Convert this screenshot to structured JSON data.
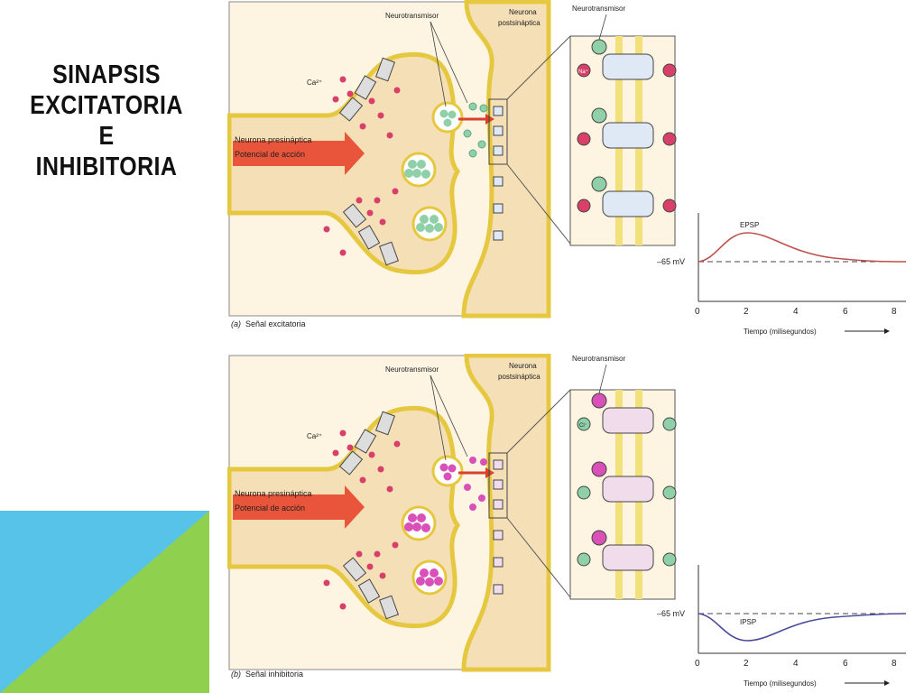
{
  "slide": {
    "title_lines": [
      "SINAPSIS",
      "EXCITATORIA",
      "E",
      "INHIBITORIA"
    ]
  },
  "excitatory": {
    "caption_letter": "(a)",
    "caption_text": "Señal excitatoria",
    "neurotransmitter_label": "Neurotransmisor",
    "postsynaptic_label_line1": "Neurona",
    "postsynaptic_label_line2": "postsináptica",
    "presynaptic_label": "Neurona presináptica",
    "action_potential_label": "Potencial de acción",
    "calcium_label": "Ca²⁺",
    "zoom_neurotransmitter_label": "Neurotransmisor",
    "ion_label": "Na⁺",
    "graph": {
      "curve_label": "EPSP",
      "baseline_label": "–65 mV",
      "ticks": [
        "0",
        "2",
        "4",
        "6",
        "8"
      ],
      "x_axis_label": "Tiempo (milisegundos)"
    },
    "colors": {
      "transmitter": "#8fd0a8",
      "ion": "#d8406a",
      "curve": "#c0504d"
    }
  },
  "inhibitory": {
    "caption_letter": "(b)",
    "caption_text": "Señal inhibitoria",
    "neurotransmitter_label": "Neurotransmisor",
    "postsynaptic_label_line1": "Neurona",
    "postsynaptic_label_line2": "postsináptica",
    "presynaptic_label": "Neurona presináptica",
    "action_potential_label": "Potencial de acción",
    "calcium_label": "Ca²⁺",
    "zoom_neurotransmitter_label": "Neurotransmisor",
    "ion_label": "Cl⁻",
    "graph": {
      "curve_label": "IPSP",
      "baseline_label": "–65 mV",
      "ticks": [
        "0",
        "2",
        "4",
        "6",
        "8"
      ],
      "x_axis_label": "Tiempo (milisegundos)"
    },
    "colors": {
      "transmitter": "#d850b8",
      "ion": "#8fd0a8",
      "curve": "#4a4a9a"
    }
  }
}
